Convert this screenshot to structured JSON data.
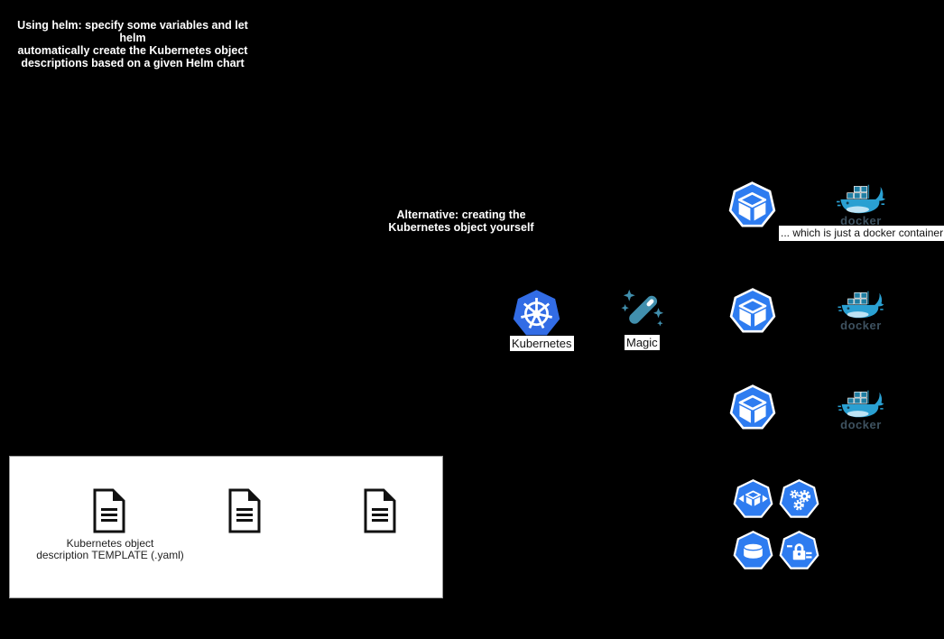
{
  "notes": {
    "helm": {
      "lines": [
        "Using helm: specify some variables and let helm",
        "automatically create the Kubernetes object",
        "descriptions based on a given Helm chart"
      ]
    },
    "alternative": {
      "lines": [
        "Alternative: creating the",
        "Kubernetes object yourself"
      ]
    },
    "docker_caption": "... which is just a docker container",
    "template": {
      "lines": [
        "Kubernetes object",
        "description TEMPLATE (.yaml)"
      ]
    }
  },
  "labels": {
    "kubernetes": "Kubernetes",
    "magic": "Magic",
    "docker_wordmark": "docker"
  },
  "icons": {
    "kubernetes_logo": "kubernetes-helm-wheel-icon",
    "magic": "magic-wand-icon",
    "pod": "pod-cube-heptagon-icon",
    "docker": "docker-whale-icon",
    "deployment": "deployment-cube-arrows-icon",
    "gears": "gears-icon",
    "database": "database-cylinder-icon",
    "secret": "padlock-secret-icon",
    "document": "yaml-document-icon"
  },
  "colors": {
    "background": "#000000",
    "kubernetes_blue": "#326CE5",
    "pod_blue": "#2E7CF0",
    "docker_teal": "#2AA0D2",
    "docker_container": "#1F7EA3",
    "docker_wordmark": "#3E5260",
    "magic_teal": "#418FAD",
    "chip_background": "#FFFFFF",
    "text_light": "#FFFFFF",
    "text_dark": "#111111"
  }
}
